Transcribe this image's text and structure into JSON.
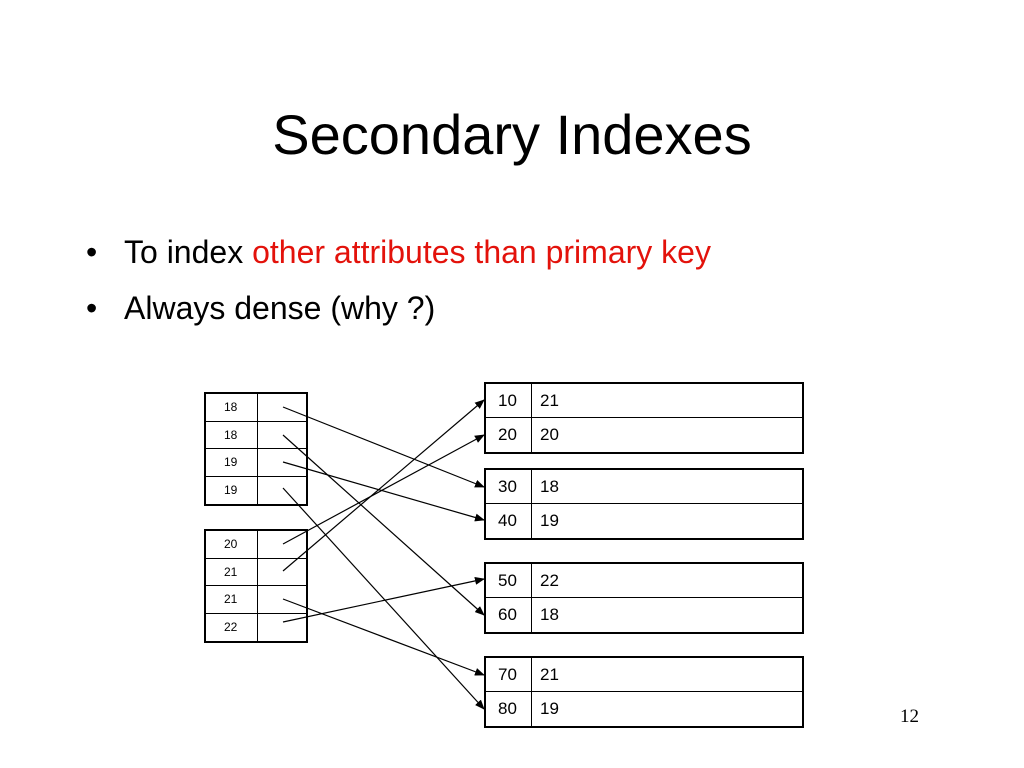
{
  "slide": {
    "title": "Secondary Indexes",
    "bullets": [
      {
        "marker": "•",
        "text_plain": "To index ",
        "text_highlight": "other attributes than primary key",
        "highlight_color": "#e3120b"
      },
      {
        "marker": "•",
        "text_plain": "Always dense (why ?)"
      }
    ],
    "page_number": "12"
  },
  "diagram": {
    "index_blocks": [
      {
        "keys": [
          "18",
          "18",
          "19",
          "19"
        ]
      },
      {
        "keys": [
          "20",
          "21",
          "21",
          "22"
        ]
      }
    ],
    "data_blocks": [
      {
        "records": [
          {
            "key": "10",
            "value": "21"
          },
          {
            "key": "20",
            "value": "20"
          }
        ]
      },
      {
        "records": [
          {
            "key": "30",
            "value": "18"
          },
          {
            "key": "40",
            "value": "19"
          }
        ]
      },
      {
        "records": [
          {
            "key": "50",
            "value": "22"
          },
          {
            "key": "60",
            "value": "18"
          }
        ]
      },
      {
        "records": [
          {
            "key": "70",
            "value": "21"
          },
          {
            "key": "80",
            "value": "19"
          }
        ]
      }
    ],
    "pointers": [
      {
        "from_index_key": "18 (1st)",
        "to_record": "30"
      },
      {
        "from_index_key": "18 (2nd)",
        "to_record": "60"
      },
      {
        "from_index_key": "19 (1st)",
        "to_record": "40"
      },
      {
        "from_index_key": "19 (2nd)",
        "to_record": "80"
      },
      {
        "from_index_key": "20",
        "to_record": "20"
      },
      {
        "from_index_key": "21 (1st)",
        "to_record": "10"
      },
      {
        "from_index_key": "21 (2nd)",
        "to_record": "70"
      },
      {
        "from_index_key": "22",
        "to_record": "50"
      }
    ]
  }
}
